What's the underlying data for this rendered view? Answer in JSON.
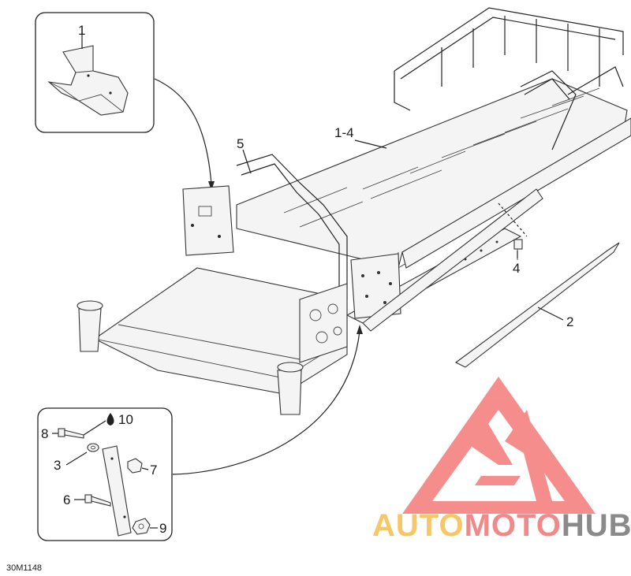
{
  "diagram": {
    "ref_code": "30M1148",
    "callouts": {
      "c1": "1",
      "c1_4": "1-4",
      "c2": "2",
      "c3": "3",
      "c4": "4",
      "c5": "5",
      "c6": "6",
      "c7": "7",
      "c8": "8",
      "c9": "9",
      "c10": "10"
    }
  },
  "watermark": {
    "part1": "AUTO",
    "part2": "MOTO",
    "part3": "HUB",
    "colors": {
      "auto": "#f6c667",
      "moto": "#f08a8a",
      "hub": "#8a8a8a",
      "triangle": "#f47a7a"
    }
  }
}
